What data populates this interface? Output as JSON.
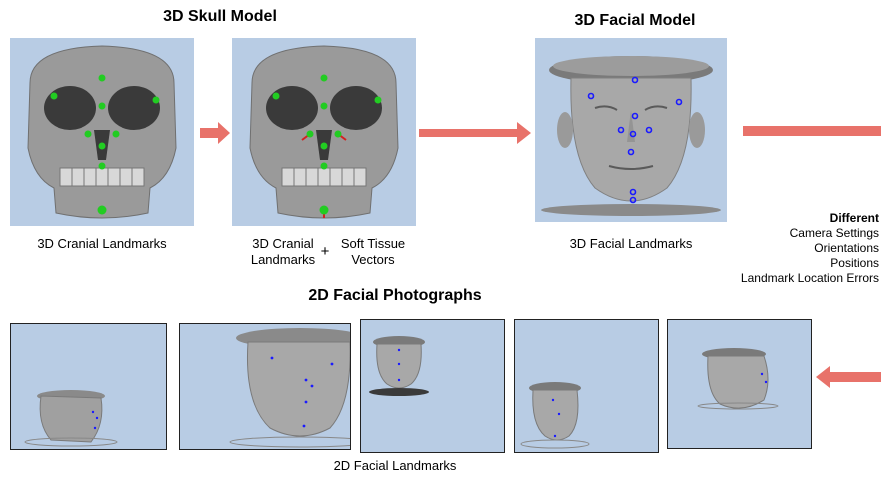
{
  "titles": {
    "skull": "3D Skull Model",
    "facial": "3D Facial Model",
    "photos": "2D Facial Photographs"
  },
  "labels": {
    "cranial_landmarks": "3D Cranial Landmarks",
    "cranial_landmarks_2a": "3D Cranial",
    "cranial_landmarks_2b": "Landmarks",
    "plus": "+",
    "soft_tissue_a": "Soft Tissue",
    "soft_tissue_b": "Vectors",
    "facial_landmarks": "3D Facial Landmarks",
    "facial_landmarks_2d": "2D Facial Landmarks"
  },
  "differences": {
    "header": "Different",
    "items": [
      "Camera Settings",
      "Orientations",
      "Positions",
      "Landmark Location Errors"
    ]
  },
  "colors": {
    "panel_bg": "#b8cce4",
    "arrow": "#e8726a",
    "skull": "#9a9a9a",
    "face": "#a8a8a8",
    "cranial_landmark": "#22cc22",
    "facial_landmark": "#1a1aff",
    "soft_tissue_vector": "#d42020"
  }
}
